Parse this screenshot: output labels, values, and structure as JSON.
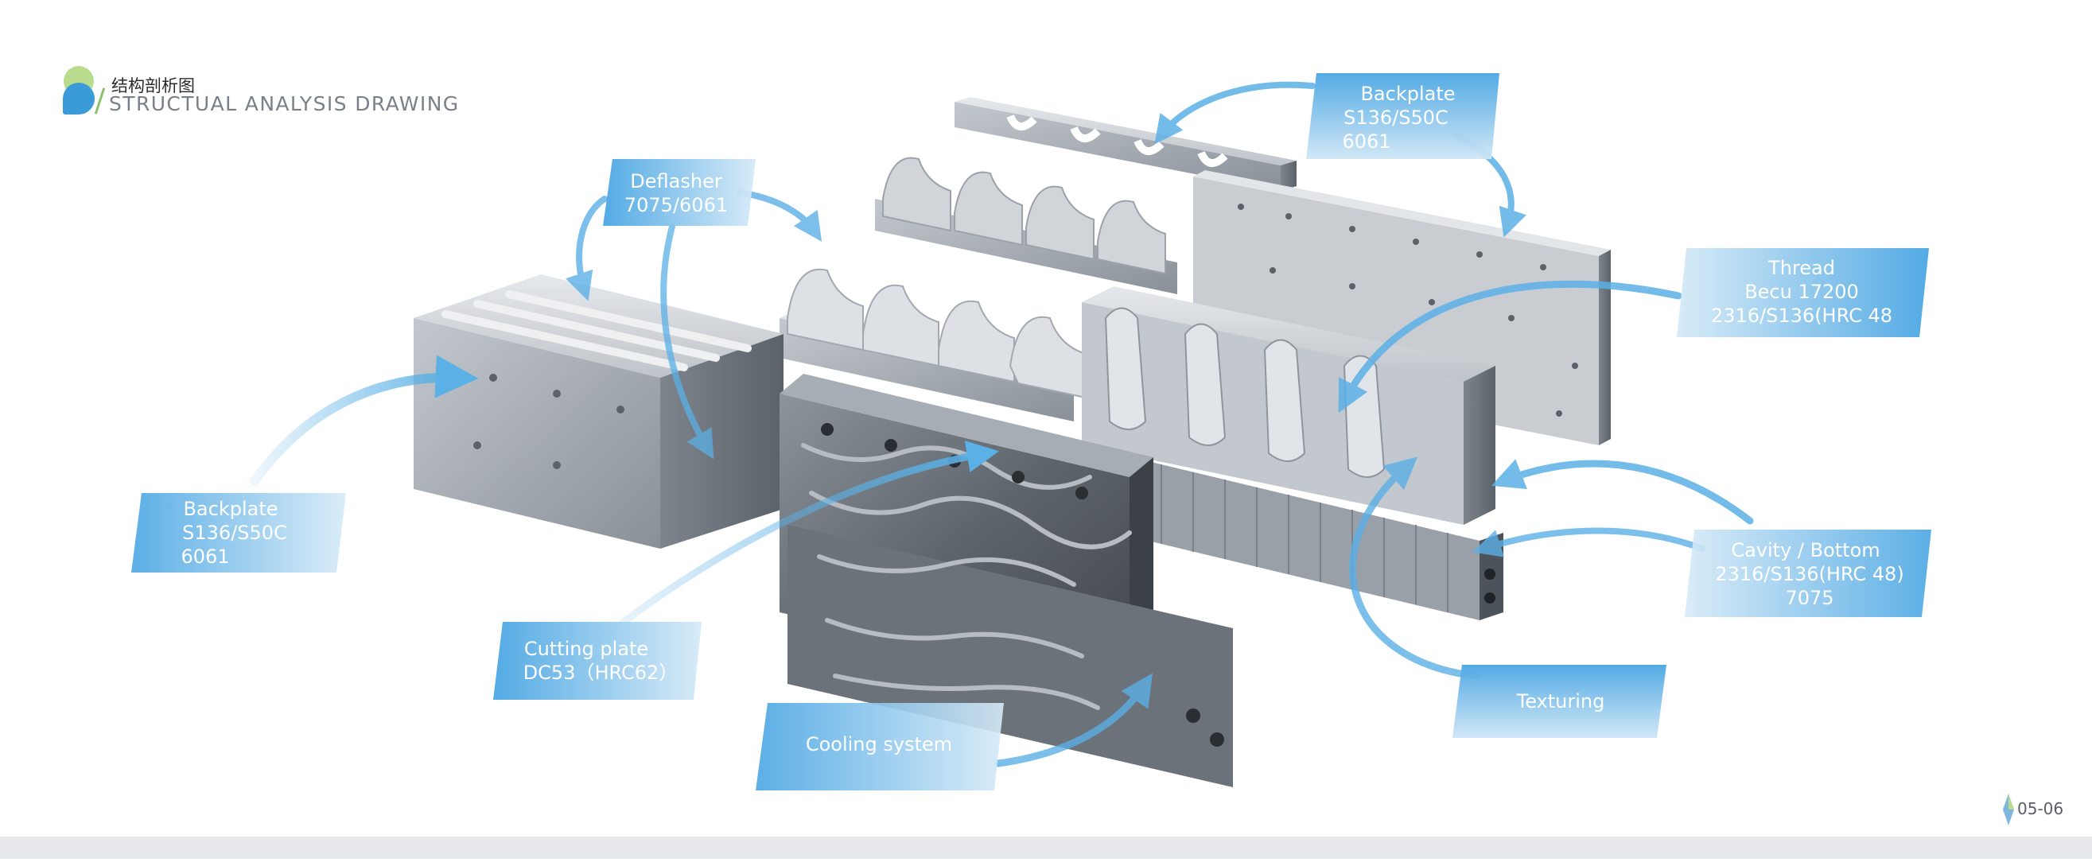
{
  "header": {
    "title_cn": "结构剖析图",
    "title_en": "STRUCTUAL ANALYSIS DRAWING"
  },
  "page_number": "05-06",
  "colors": {
    "label_blue": "#4aa6e3",
    "label_light": "#d6eaf7",
    "arrow_blue": "#5bb0e6",
    "steel_light": "#d4d8dd",
    "steel_mid": "#a9afb7",
    "steel_dark": "#6b727b",
    "logo_green": "#b9dc8e",
    "logo_blue": "#3a9bd8"
  },
  "labels": {
    "backplate_top": {
      "lines": [
        "Backplate",
        "S136/S50C",
        "6061"
      ]
    },
    "deflasher": {
      "lines": [
        "Deflasher",
        "7075/6061"
      ]
    },
    "thread": {
      "lines": [
        "Thread",
        "Becu 17200",
        "2316/S136(HRC 48"
      ]
    },
    "backplate_left": {
      "lines": [
        "Backplate",
        "S136/S50C",
        "6061"
      ]
    },
    "cavity_bottom": {
      "lines": [
        "Cavity / Bottom",
        "2316/S136(HRC 48)",
        "7075"
      ]
    },
    "cutting_plate": {
      "lines": [
        "Cutting plate",
        "DC53（HRC62）"
      ]
    },
    "texturing": {
      "lines": [
        "Texturing"
      ]
    },
    "cooling_system": {
      "lines": [
        "Cooling system"
      ]
    }
  },
  "components": [
    "top-backplate-bar",
    "deflasher-upper",
    "deflasher-lower",
    "back-plate-large",
    "left-frame",
    "cavity-block",
    "cooling-block"
  ],
  "icons": [
    "curved-arrow-icon",
    "logo-icon"
  ]
}
